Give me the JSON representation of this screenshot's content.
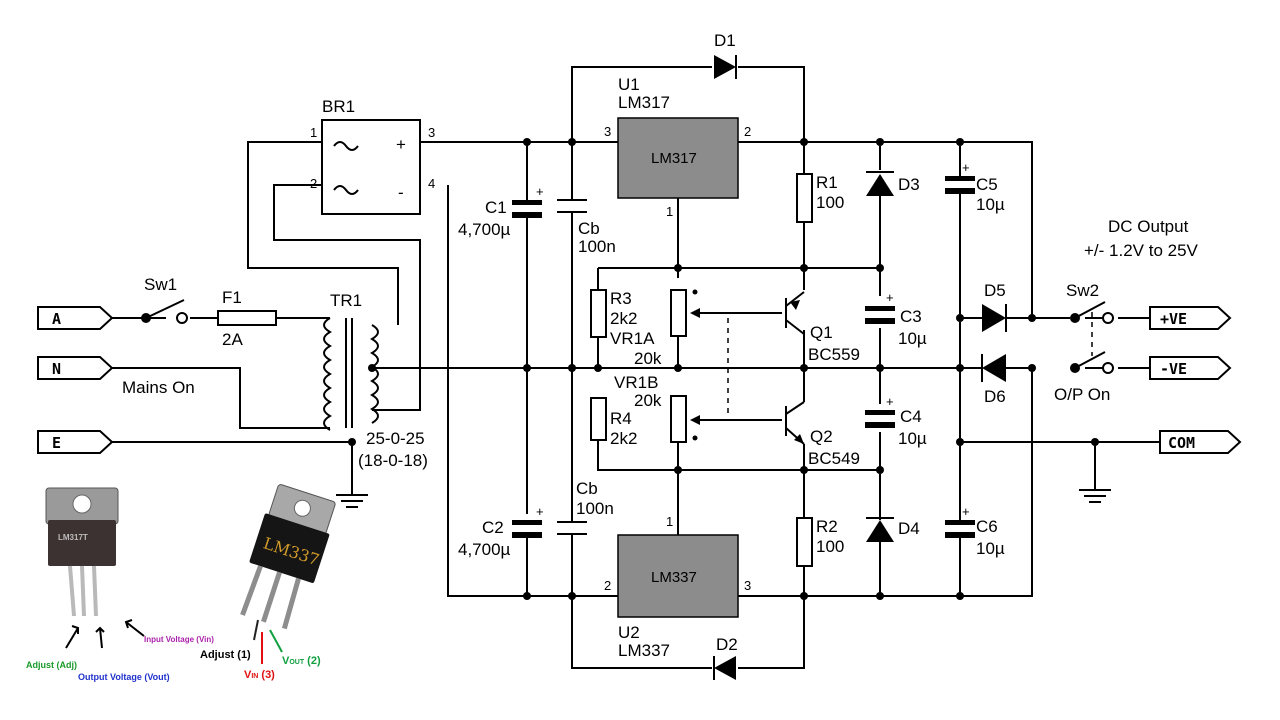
{
  "bridge": {
    "ref": "BR1",
    "pin1": "1",
    "pin2": "2",
    "pin3": "3",
    "pin4": "4",
    "plus": "+",
    "minus": "-"
  },
  "u1": {
    "ref": "U1",
    "part": "LM317",
    "body": "LM317",
    "pin_in": "3",
    "pin_out": "2",
    "pin_adj": "1"
  },
  "u2": {
    "ref": "U2",
    "part": "LM337",
    "body": "LM337",
    "pin_in": "2",
    "pin_out": "3",
    "pin_adj": "1"
  },
  "d1": "D1",
  "d2": "D2",
  "d3": "D3",
  "d4": "D4",
  "d5": "D5",
  "d6": "D6",
  "c1": {
    "ref": "C1",
    "value": "4,700µ"
  },
  "c2": {
    "ref": "C2",
    "value": "4,700µ"
  },
  "cb_top": {
    "ref": "Cb",
    "value": "100n"
  },
  "cb_bot": {
    "ref": "Cb",
    "value": "100n"
  },
  "c3": {
    "ref": "C3",
    "value": "10µ"
  },
  "c4": {
    "ref": "C4",
    "value": "10µ"
  },
  "c5": {
    "ref": "C5",
    "value": "10µ"
  },
  "c6": {
    "ref": "C6",
    "value": "10µ"
  },
  "r1": {
    "ref": "R1",
    "value": "100"
  },
  "r2": {
    "ref": "R2",
    "value": "100"
  },
  "r3": {
    "ref": "R3",
    "value": "2k2"
  },
  "r4": {
    "ref": "R4",
    "value": "2k2"
  },
  "vr1a": {
    "ref": "VR1A",
    "value": "20k"
  },
  "vr1b": {
    "ref": "VR1B",
    "value": "20k"
  },
  "q1": {
    "ref": "Q1",
    "part": "BC559"
  },
  "q2": {
    "ref": "Q2",
    "part": "BC549"
  },
  "sw1": "Sw1",
  "sw2": "Sw2",
  "f1": {
    "ref": "F1",
    "value": "2A"
  },
  "tr1": {
    "ref": "TR1",
    "ratio": "25-0-25",
    "alt": "(18-0-18)"
  },
  "mains_label": "Mains On",
  "op_label": "O/P On",
  "output_title": "DC Output",
  "output_range": "+/- 1.2V to 25V",
  "terminals": {
    "a": "A",
    "n": "N",
    "e": "E",
    "pos": "+VE",
    "neg": "-VE",
    "com": "COM"
  },
  "pinout_lm317": {
    "adj": "Adjust (Adj)",
    "vout": "Output Voltage (Vout)",
    "vin": "Input Voltage (Vin)",
    "marking": "LM317T"
  },
  "pinout_lm337": {
    "marking": "LM337",
    "adj": "Adjust (1)",
    "vin": "V",
    "vin_sub": "IN",
    "vin_pin": " (3)",
    "vout": "V",
    "vout_sub": "OUT",
    "vout_pin": " (2)"
  },
  "colors": {
    "wire": "#000000",
    "ic_body": "#8c8c8c",
    "adj_label": "#1a9a2a",
    "vout_label": "#2233cc",
    "vin_label": "#aa22aa",
    "lm337_vin": "#e01010",
    "lm337_vout": "#10a040"
  }
}
